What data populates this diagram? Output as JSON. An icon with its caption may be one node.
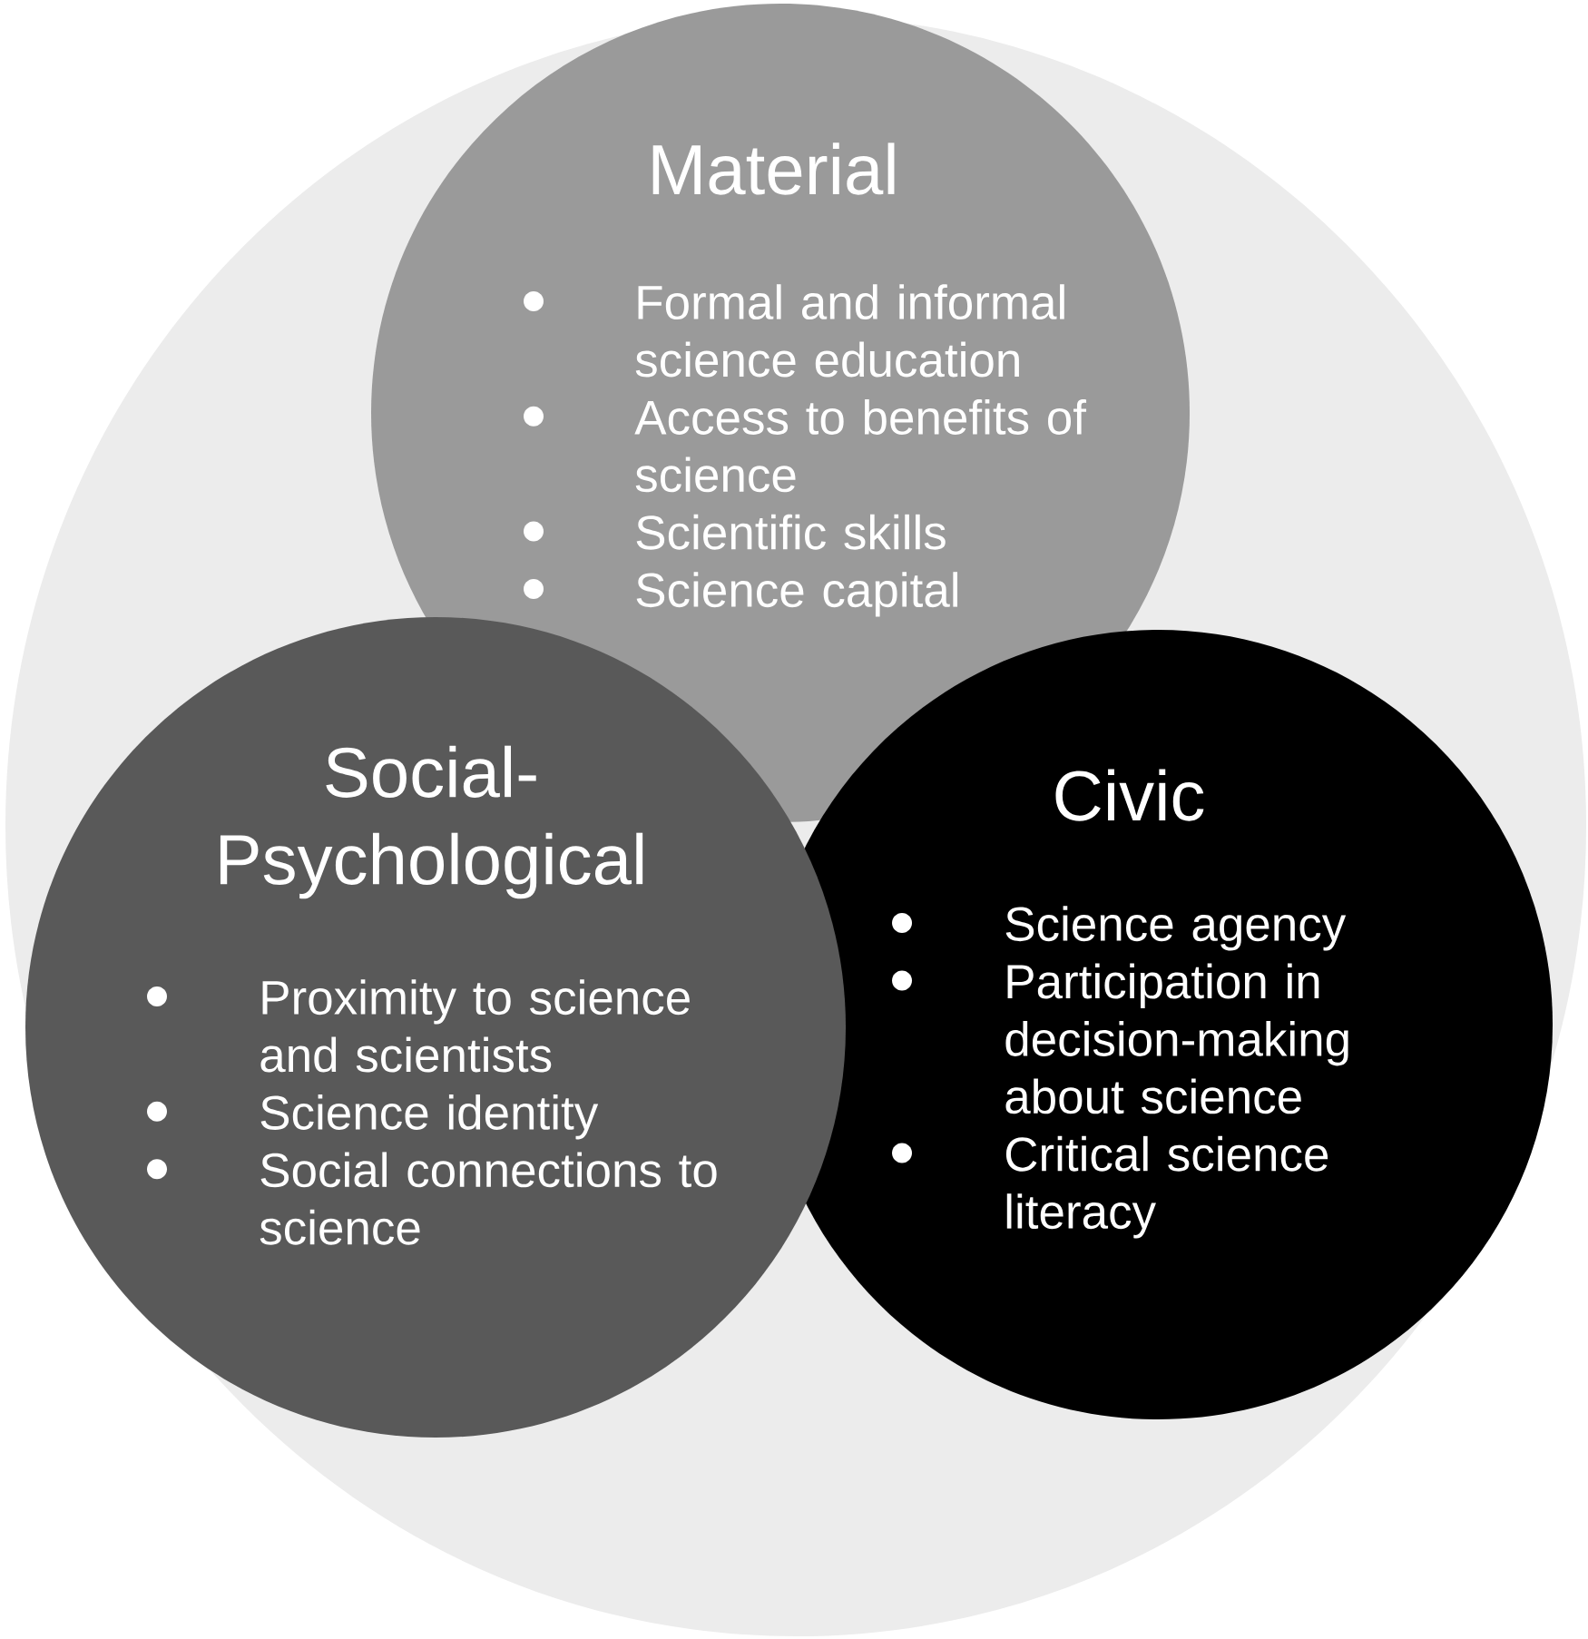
{
  "diagram": {
    "nodes": [
      {
        "text": [
          "Material",
          "Formal and informal science education",
          "Access to benefits of science",
          "Scientific skills",
          "Science capital"
        ]
      },
      {
        "text": [
          "Social-Psychological",
          "Proximity to science and scientists",
          "Science identity",
          "Social connections to science"
        ]
      },
      {
        "text": [
          "Civic",
          "Science agency",
          "Participation in decision-making about science",
          "Critical science literacy"
        ]
      }
    ]
  }
}
